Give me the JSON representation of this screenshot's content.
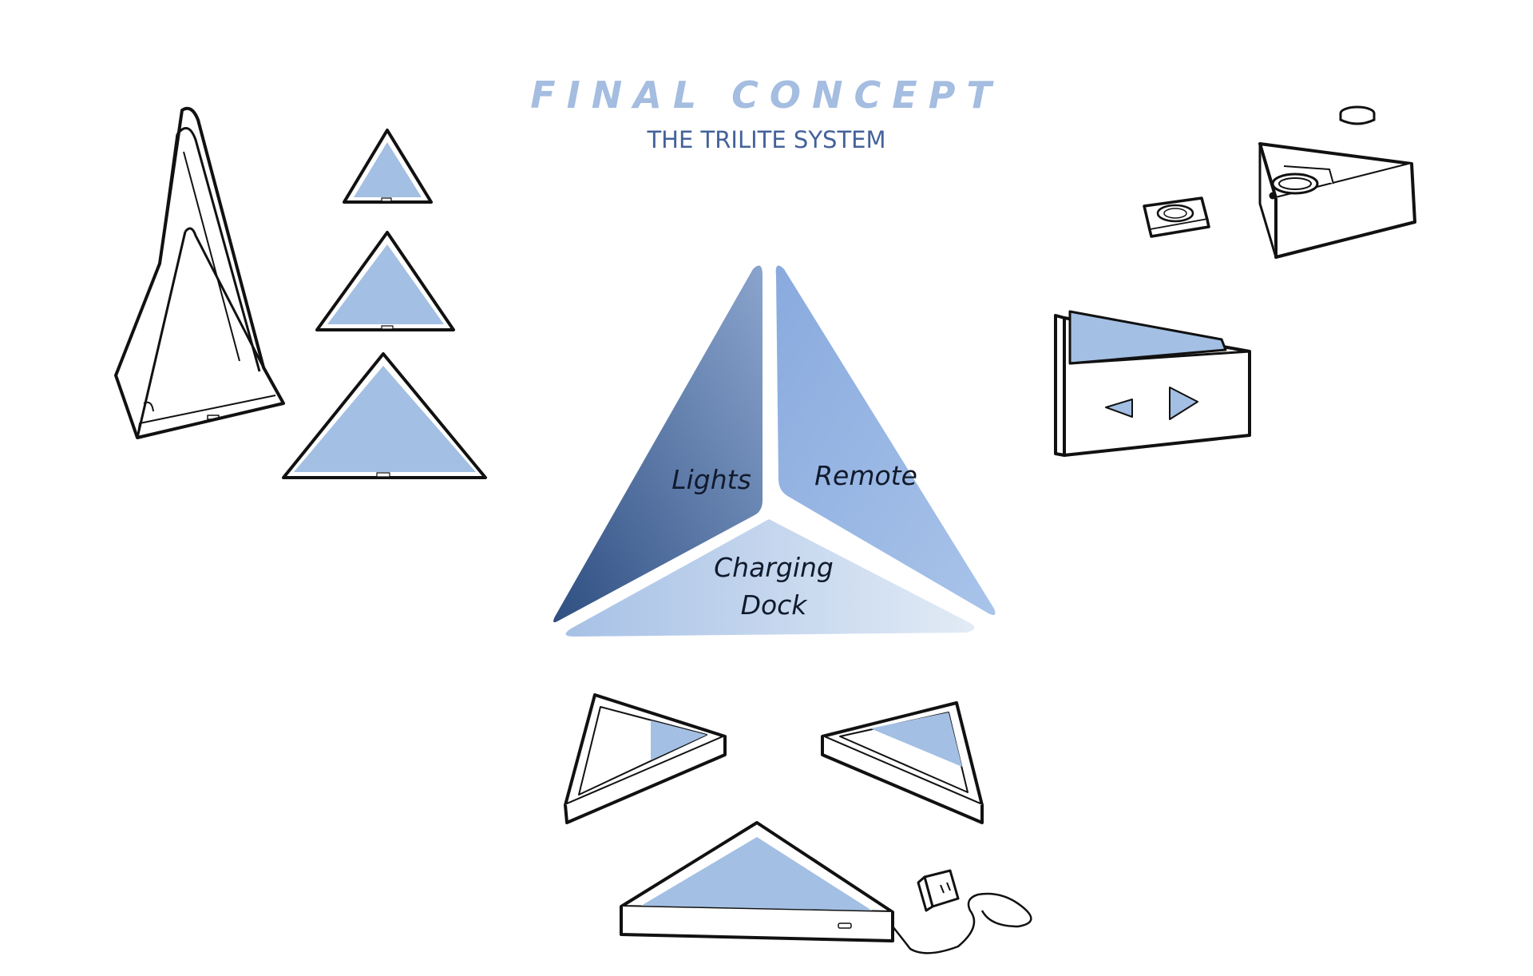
{
  "header": {
    "title": "FINAL CONCEPT",
    "subtitle": "THE TRILITE SYSTEM"
  },
  "system_diagram": {
    "segments": [
      {
        "id": "lights",
        "label": "Lights"
      },
      {
        "id": "remote",
        "label": "Remote"
      },
      {
        "id": "dock",
        "label_line1": "Charging",
        "label_line2": "Dock"
      }
    ]
  },
  "colors": {
    "title": "#a4bde0",
    "subtitle": "#44629a",
    "lights_dark": "#34568a",
    "lights_light": "#7f9bc6",
    "remote": "#8fb0e0",
    "dock_dark": "#a9c3e7",
    "dock_light": "#dde8f4",
    "sketch_fill": "#a3bfe3",
    "ink": "#111111"
  },
  "icons": [
    "lamp-stand-sketch",
    "small-light-sketch",
    "medium-light-sketch",
    "large-light-sketch",
    "remote-stand-sketch",
    "remote-button-sketch",
    "remote-coin-sketch",
    "remote-control-sketch",
    "dock-piece-sketch",
    "charging-dock-sketch",
    "power-adapter-icon"
  ]
}
